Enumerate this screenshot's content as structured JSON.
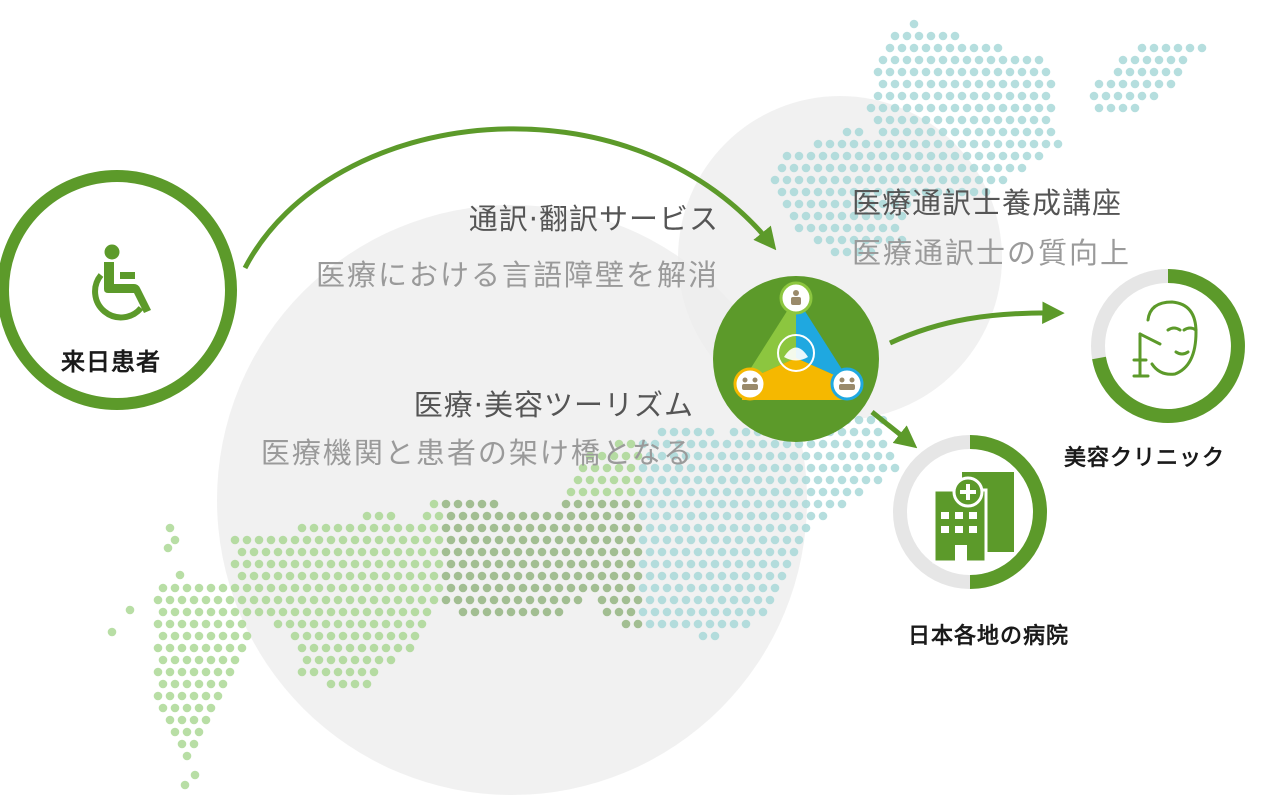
{
  "services": {
    "interpretation": {
      "title": "通訳·翻訳サービス",
      "subtitle": "医療における言語障壁を解消"
    },
    "tourism": {
      "title": "医療·美容ツーリズム",
      "subtitle": "医療機関と患者の架け橋となる"
    },
    "training": {
      "title": "医療通訳士養成講座",
      "subtitle": "医療通訳士の質向上"
    }
  },
  "nodes": {
    "patient": {
      "label": "来日患者",
      "icon": "wheelchair-icon"
    },
    "beauty_clinic": {
      "label": "美容クリニック",
      "icon": "face-icon"
    },
    "hospitals": {
      "label": "日本各地の病院",
      "icon": "hospital-building-icon"
    },
    "hub": {
      "icon": "lotus-triangle-logo-icon"
    }
  },
  "colors": {
    "green": "#5c9a2a",
    "light_green": "#8cc63f",
    "blue": "#1fa8e0",
    "yellow": "#f5b800",
    "ring_gray": "#e6e6e6",
    "map_blue": "#a8d8d8",
    "map_green": "#a6d68e"
  }
}
